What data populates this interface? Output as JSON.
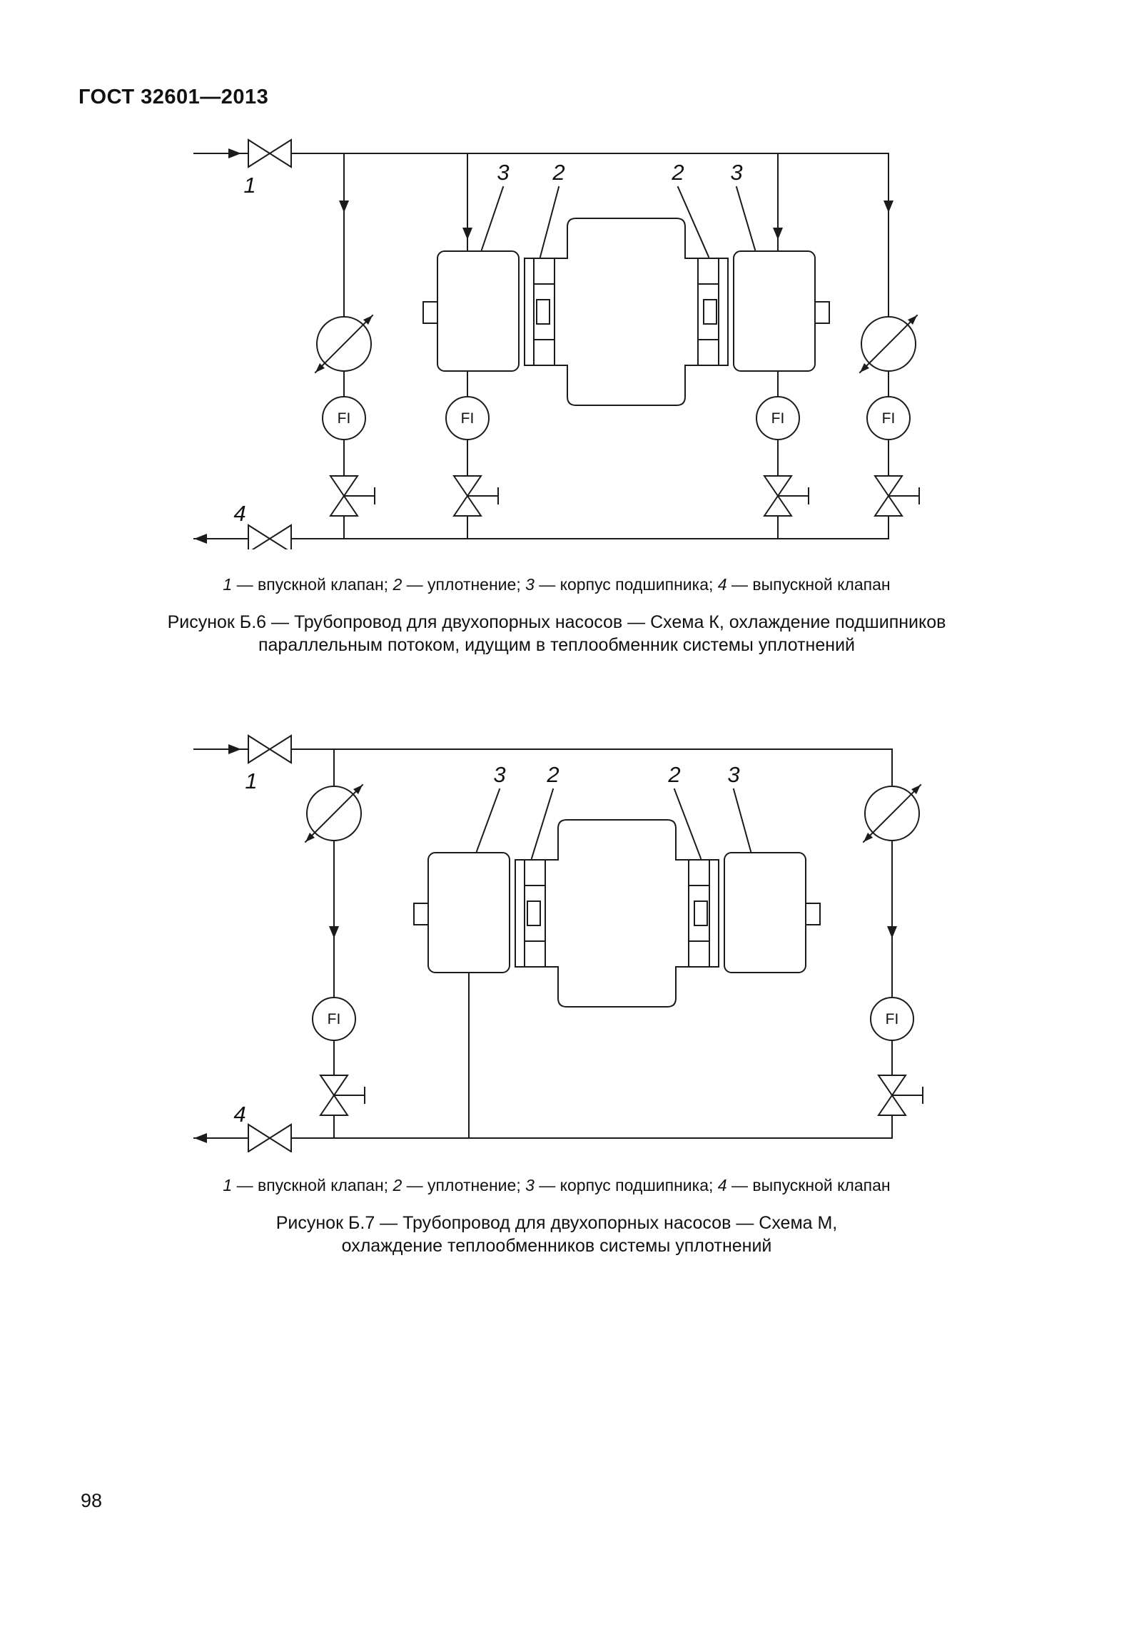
{
  "page": {
    "header": "ГОСТ 32601—2013",
    "page_number": "98"
  },
  "symbols": {
    "flow_indicator": "FI"
  },
  "figure_b6": {
    "callouts": {
      "n1": "1",
      "n2": "2",
      "n3": "3",
      "n4": "4"
    },
    "legend_parts": [
      {
        "n": "1",
        "t": " — впускной клапан; "
      },
      {
        "n": "2",
        "t": " — уплотнение; "
      },
      {
        "n": "3",
        "t": " — корпус подшипника; "
      },
      {
        "n": "4",
        "t": " — выпускной клапан"
      }
    ],
    "caption_line1": "Рисунок Б.6 — Трубопровод для двухопорных насосов — Схема К, охлаждение подшипников",
    "caption_line2": "параллельным потоком, идущим в теплообменник системы уплотнений"
  },
  "figure_b7": {
    "callouts": {
      "n1": "1",
      "n2": "2",
      "n3": "3",
      "n4": "4"
    },
    "legend_parts": [
      {
        "n": "1",
        "t": " — впускной клапан; "
      },
      {
        "n": "2",
        "t": " — уплотнение; "
      },
      {
        "n": "3",
        "t": " — корпус подшипника; "
      },
      {
        "n": "4",
        "t": " — выпускной клапан"
      }
    ],
    "caption_line1": "Рисунок Б.7 — Трубопровод для двухопорных насосов — Схема М,",
    "caption_line2": "охлаждение теплообменников системы уплотнений"
  }
}
